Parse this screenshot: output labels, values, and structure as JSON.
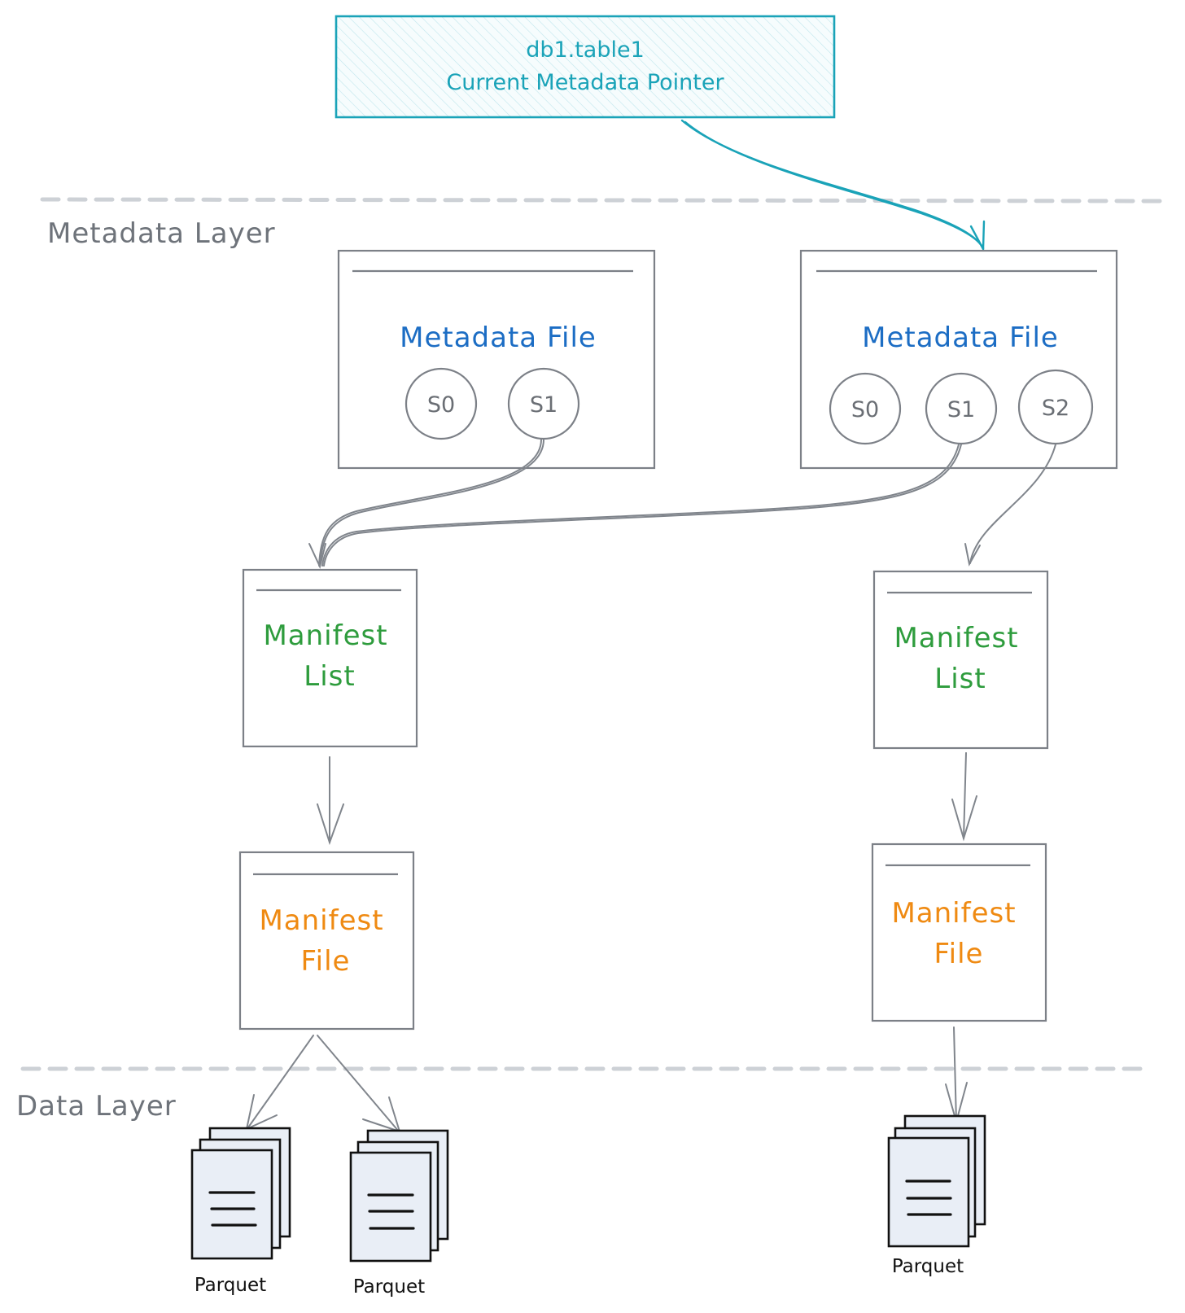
{
  "pointer": {
    "line1": "db1.table1",
    "line2": "Current Metadata Pointer",
    "color": "#1aa3b8"
  },
  "layers": {
    "metadata": "Metadata Layer",
    "data": "Data Layer"
  },
  "metadata_files": [
    {
      "label": "Metadata File",
      "snapshots": [
        "S0",
        "S1"
      ]
    },
    {
      "label": "Metadata File",
      "snapshots": [
        "S0",
        "S1",
        "S2"
      ]
    }
  ],
  "manifest_lists": [
    {
      "line1": "Manifest",
      "line2": "List"
    },
    {
      "line1": "Manifest",
      "line2": "List"
    }
  ],
  "manifest_files": [
    {
      "line1": "Manifest",
      "line2": "File"
    },
    {
      "line1": "Manifest",
      "line2": "File"
    }
  ],
  "parquet_files": [
    {
      "label": "Parquet"
    },
    {
      "label": "Parquet"
    },
    {
      "label": "Parquet"
    }
  ],
  "colors": {
    "metadata_file": "#1c6dc4",
    "manifest_list": "#2e9c3d",
    "manifest_file": "#ef8a12",
    "stroke": "#7c8087",
    "separator": "#cdd1d6"
  },
  "edges": [
    {
      "from": "pointer",
      "to": "metadata_files.1"
    },
    {
      "from": "metadata_files.0.S1",
      "to": "manifest_lists.0"
    },
    {
      "from": "metadata_files.1.S1",
      "to": "manifest_lists.0"
    },
    {
      "from": "metadata_files.1.S2",
      "to": "manifest_lists.1"
    },
    {
      "from": "manifest_lists.0",
      "to": "manifest_files.0"
    },
    {
      "from": "manifest_lists.1",
      "to": "manifest_files.1"
    },
    {
      "from": "manifest_files.0",
      "to": "parquet_files.0"
    },
    {
      "from": "manifest_files.0",
      "to": "parquet_files.1"
    },
    {
      "from": "manifest_files.1",
      "to": "parquet_files.2"
    }
  ]
}
